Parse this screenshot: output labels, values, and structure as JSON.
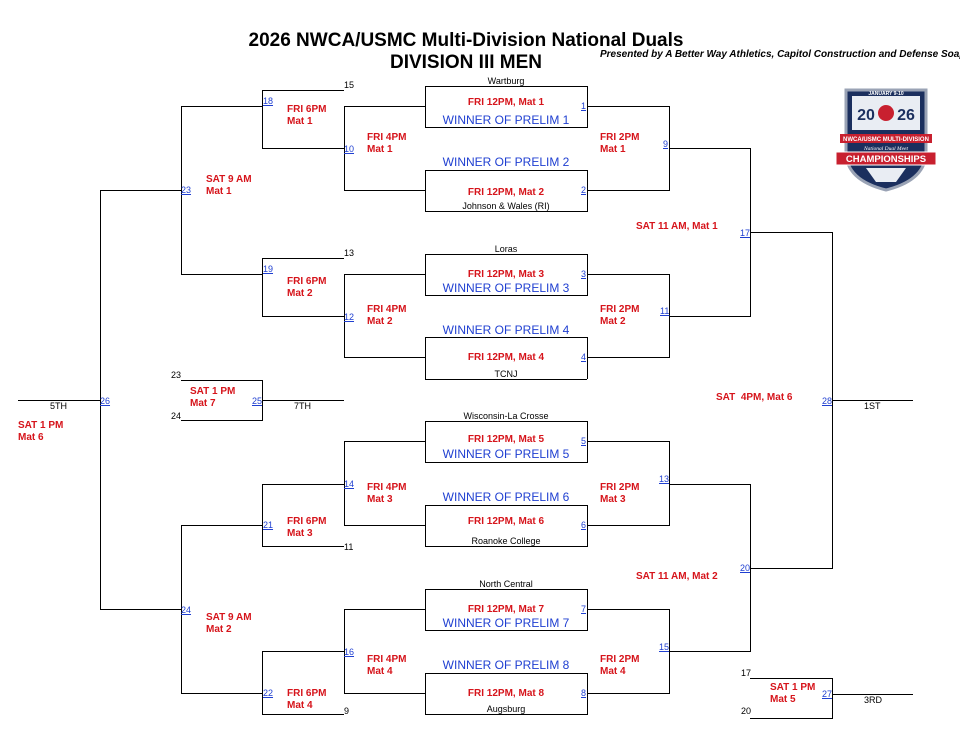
{
  "header": {
    "title": "2026 NWCA/USMC Multi-Division National Duals",
    "division": "DIVISION III MEN",
    "sponsors": "Presented by A Better Way Athletics, Capitol Construction and Defense Soap"
  },
  "logo": {
    "date": "JANUARY 9-10",
    "year_left": "20",
    "year_right": "26",
    "line1": "NWCA/USMC MULTI-DIVISION",
    "line2": "National Dual Meet",
    "line3": "CHAMPIONSHIPS"
  },
  "prelims": [
    {
      "team": "Wartburg",
      "time": "FRI 12PM, Mat 1",
      "num": "1",
      "winner": "WINNER OF PRELIM 1"
    },
    {
      "team": "Johnson & Wales (RI)",
      "time": "FRI 12PM, Mat 2",
      "num": "2",
      "winner": "WINNER OF PRELIM 2"
    },
    {
      "team": "Loras",
      "time": "FRI 12PM, Mat 3",
      "num": "3",
      "winner": "WINNER OF PRELIM 3"
    },
    {
      "team": "TCNJ",
      "time": "FRI 12PM, Mat 4",
      "num": "4",
      "winner": "WINNER OF PRELIM 4"
    },
    {
      "team": "Wisconsin-La Crosse",
      "time": "FRI 12PM, Mat 5",
      "num": "5",
      "winner": "WINNER OF PRELIM 5"
    },
    {
      "team": "Roanoke College",
      "time": "FRI 12PM, Mat 6",
      "num": "6",
      "winner": "WINNER OF PRELIM 6"
    },
    {
      "team": "North Central",
      "time": "FRI 12PM, Mat 7",
      "num": "7",
      "winner": "WINNER OF PRELIM 7"
    },
    {
      "team": "Augsburg",
      "time": "FRI 12PM, Mat 8",
      "num": "8",
      "winner": "WINNER OF PRELIM 8"
    }
  ],
  "right_side": {
    "qf_9_time": "FRI 2PM\nMat 1",
    "qf_9_num": "9",
    "qf_11_time": "FRI 2PM\nMat 2",
    "qf_11_num": "11",
    "qf_13_time": "FRI 2PM\nMat 3",
    "qf_13_num": "13",
    "qf_15_time": "FRI 2PM\nMat 4",
    "qf_15_num": "15",
    "sf_17_time": "SAT 11 AM, Mat 1",
    "sf_17_num": "17",
    "sf_20_time": "SAT 11 AM, Mat 2",
    "sf_20_num": "20",
    "final_time": "SAT  4PM, Mat 6",
    "final_num": "28",
    "final_label": "1ST",
    "third_time": "SAT 1 PM\nMat 5",
    "third_num": "27",
    "third_label": "3RD",
    "third_seed_top": "17",
    "third_seed_bottom": "20"
  },
  "left_side": {
    "c10_time": "FRI 4PM\nMat 1",
    "c10_num": "10",
    "c12_time": "FRI 4PM\nMat 2",
    "c12_num": "12",
    "c14_time": "FRI 4PM\nMat 3",
    "c14_num": "14",
    "c16_time": "FRI 4PM\nMat 4",
    "c16_num": "16",
    "c18_time": "FRI 6PM\nMat 1",
    "c18_num": "18",
    "c18_seed": "15",
    "c19_time": "FRI 6PM\nMat 2",
    "c19_num": "19",
    "c19_seed": "13",
    "c21_time": "FRI 6PM\nMat 3",
    "c21_num": "21",
    "c21_seed": "11",
    "c22_time": "FRI 6PM\nMat 4",
    "c22_num": "22",
    "c22_seed": "9",
    "c23_time": "SAT 9 AM\nMat 1",
    "c23_num": "23",
    "c24_time": "SAT 9 AM\nMat 2",
    "c24_num": "24",
    "c25_time": "SAT 1 PM\nMat 7",
    "c25_num": "25",
    "c25_seed_top": "23",
    "c25_seed_bottom": "24",
    "c25_label": "7TH",
    "c26_time": "SAT 1 PM\nMat 6",
    "c26_num": "26",
    "c26_label": "5TH"
  }
}
